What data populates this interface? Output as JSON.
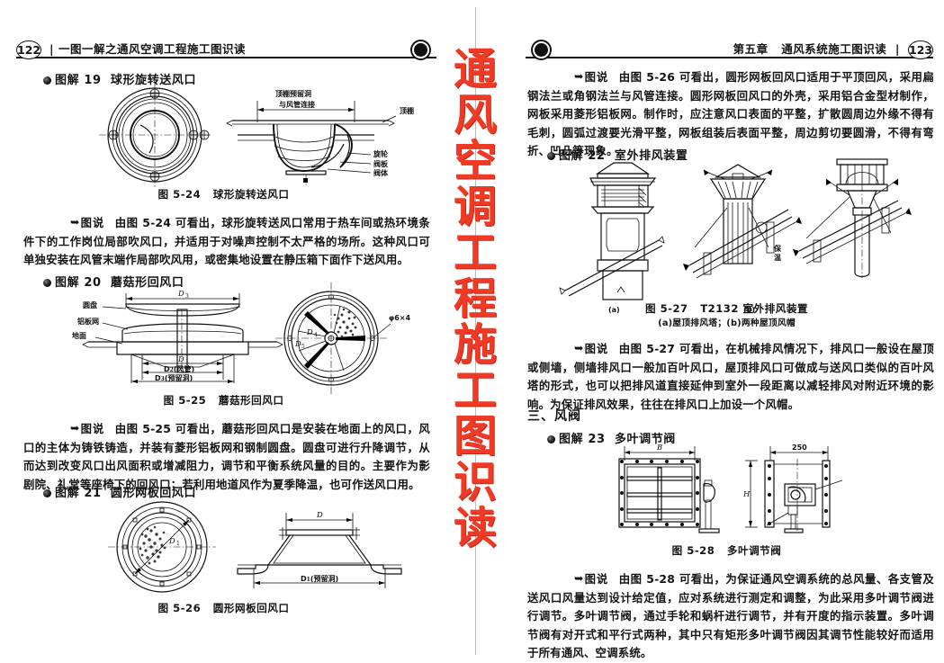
{
  "spread": {
    "vertical_title": [
      "通",
      "风",
      "空",
      "调",
      "工",
      "程",
      "施",
      "工",
      "图",
      "识",
      "读"
    ],
    "vertical_title_color": "#ef3b26"
  },
  "left_page": {
    "running_head": {
      "page_number": "122",
      "separator": "|",
      "text": "一图一解之通风空调工程施工图识读",
      "dot_icon": "filled-circle-icon"
    },
    "sections": [
      {
        "bullet_icon": "filled-circle-bullet",
        "label": "图解 19",
        "title": "球形旋转送风口"
      },
      {
        "bullet_icon": "filled-circle-bullet",
        "label": "图解 20",
        "title": "蘑菇形回风口"
      },
      {
        "bullet_icon": "filled-circle-bullet",
        "label": "图解 21",
        "title": "圆形网板回风口"
      }
    ],
    "figures": [
      {
        "caption_number": "图 5-24",
        "caption_title": "球形旋转送风口",
        "annotations": [
          "顶棚预留洞",
          "与风管连接",
          "顶棚",
          "旋轮",
          "阀板",
          "阀体"
        ]
      },
      {
        "caption_number": "图 5-25",
        "caption_title": "蘑菇形回风口",
        "annotations": [
          "圆盘",
          "铝板网",
          "地面",
          "D₃",
          "D₁",
          "D₂(风管)",
          "D₃(预留洞)",
          "φ6×4",
          "D₄",
          "D₅"
        ]
      },
      {
        "caption_number": "图 5-26",
        "caption_title": "圆形网板回风口",
        "annotations": [
          "D₁",
          "D",
          "D₁(预留洞)"
        ]
      }
    ],
    "paragraphs": [
      {
        "arrow_icon": "double-arrow-icon",
        "lead": "图说",
        "body": "由图 5-24 可看出，球形旋转送风口常用于热车间或热环境条件下的工作岗位局部吹风口，并适用于对噪声控制不太严格的场所。这种风口可单独安装在风管末端作局部吹风用，或密集地设置在静压箱下面作下送风用。"
      },
      {
        "arrow_icon": "double-arrow-icon",
        "lead": "图说",
        "body": "由图 5-25 可看出，蘑菇形回风口是安装在地面上的风口，风口的主体为铸铁铸造，并装有菱形铝板网和钢制圆盘。圆盘可进行升降调节，从而达到改变风口出风面积或增减阻力，调节和平衡系统风量的目的。主要作为影剧院、礼堂等座椅下的回风口；若利用地道风作为夏季降温，也可作送风口用。"
      }
    ]
  },
  "right_page": {
    "running_head": {
      "chapter": "第五章",
      "text": "通风系统施工图识读",
      "separator": "|",
      "page_number": "123",
      "dot_icon": "filled-circle-icon"
    },
    "sections": [
      {
        "bullet_icon": "filled-circle-bullet",
        "label": "图解 22",
        "title": "室外排风装置"
      },
      {
        "bullet_icon": "filled-circle-bullet",
        "label": "图解 23",
        "title": "多叶调节阀"
      }
    ],
    "sub_heading": "三、风阀",
    "figures": [
      {
        "caption_number": "图 5-27",
        "caption_title": "T2132 室外排风装置",
        "caption_sub": "(a)屋顶排风塔；(b)两种屋顶风帽",
        "part_labels": [
          "(a)",
          "(b)"
        ],
        "annotations": [
          "保温"
        ]
      },
      {
        "caption_number": "图 5-28",
        "caption_title": "多叶调节阀",
        "annotations": [
          "B",
          "250",
          "H"
        ]
      }
    ],
    "paragraphs": [
      {
        "arrow_icon": "double-arrow-icon",
        "lead": "图说",
        "body": "由图 5-26 可看出，圆形网板回风口适用于平顶回风，采用扁钢法兰或角钢法兰与风管连接。圆形网板回风口的外壳，采用铝合金型材制作，网板采用菱形铝板网。制作时，应注意风口表面的平整，扩散圆周边外缘不得有毛刺，圆弧过渡要光滑平整，网板组装后表面平整，周边剪切要圆滑，不得有弯折、凹凸等现象。"
      },
      {
        "arrow_icon": "double-arrow-icon",
        "lead": "图说",
        "body": "由图 5-27 可看出，在机械排风情况下，排风口一般设在屋顶或侧墙，侧墙排风口一般加百叶风口，屋顶排风口可做成与送风口类似的百叶风塔的形式，也可以把排风道直接延伸到室外一段距离以减轻排风对附近环境的影响。为保证排风效果，往往在排风口上加设一个风帽。"
      },
      {
        "arrow_icon": "double-arrow-icon",
        "lead": "图说",
        "body": "由图 5-28 可看出，为保证通风空调系统的总风量、各支管及送风口风量达到设计给定值，应对系统进行测定和调整，为此采用多叶调节阀进行调节。多叶调节阀，通过手轮和蜗杆进行调节，并有开度的指示装置。多叶调节阀有对开式和平行式两种，其中只有矩形多叶调节阀因其调节性能较好而适用于所有通风、空调系统。"
      }
    ]
  }
}
